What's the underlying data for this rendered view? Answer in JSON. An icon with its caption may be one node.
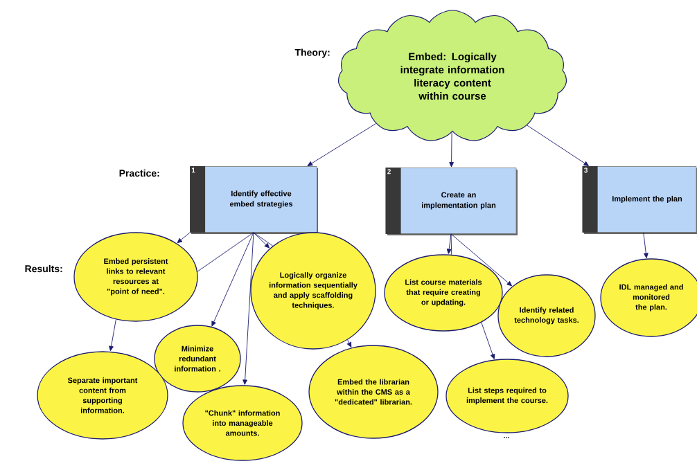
{
  "diagram": {
    "nodes": [
      {
        "text": [
          "Embed: Logically integrate information literacy content within course"
        ]
      },
      {
        "text": [
          "1",
          "Identify effective embed strategies"
        ]
      },
      {
        "text": [
          "2",
          "Create an implementation plan"
        ]
      },
      {
        "text": [
          "3",
          "Implement the plan"
        ]
      },
      {
        "text": [
          "Embed persistent links to relevant resources at \"point of need\"."
        ]
      },
      {
        "text": [
          "Logically organize information sequentially and apply scaffolding techniques."
        ]
      },
      {
        "text": [
          "Minimize redundant information ."
        ]
      },
      {
        "text": [
          "Separate important content from supporting information."
        ]
      },
      {
        "text": [
          "\"Chunk\" information into manageable amounts."
        ]
      },
      {
        "text": [
          "Embed the librarian within the CMS as a \"dedicated\" librarian."
        ]
      },
      {
        "text": [
          "List course materials that require creating or updating."
        ]
      },
      {
        "text": [
          "Identify related technology tasks."
        ]
      },
      {
        "text": [
          "List steps required to implement the course."
        ]
      },
      {
        "text": [
          "IDL managed and monitored the plan."
        ]
      }
    ],
    "edges": [
      {
        "from": 0,
        "to": 1,
        "arrow": "to"
      },
      {
        "from": 0,
        "to": 2,
        "arrow": "to"
      },
      {
        "from": 0,
        "to": 3,
        "arrow": "to"
      },
      {
        "from": 1,
        "to": 4,
        "arrow": "to"
      },
      {
        "from": 1,
        "to": 4,
        "arrow": "none"
      },
      {
        "from": 4,
        "to": 7,
        "arrow": "to"
      },
      {
        "from": 1,
        "to": 6,
        "arrow": "to"
      },
      {
        "from": 1,
        "to": 8,
        "arrow": "to"
      },
      {
        "from": 1,
        "to": 5,
        "arrow": "to"
      },
      {
        "from": 1,
        "to": 5,
        "arrow": "none"
      },
      {
        "from": 5,
        "to": 9,
        "arrow": "to"
      },
      {
        "from": 2,
        "to": 10,
        "arrow": "to"
      },
      {
        "from": 2,
        "to": 10,
        "arrow": "none"
      },
      {
        "from": 10,
        "to": 12,
        "arrow": "to"
      },
      {
        "from": 2,
        "to": 11,
        "arrow": "to"
      },
      {
        "from": 3,
        "to": 13,
        "arrow": "to"
      }
    ],
    "labels": [
      "Theory:",
      "Practice:",
      "Results:",
      "..."
    ]
  }
}
